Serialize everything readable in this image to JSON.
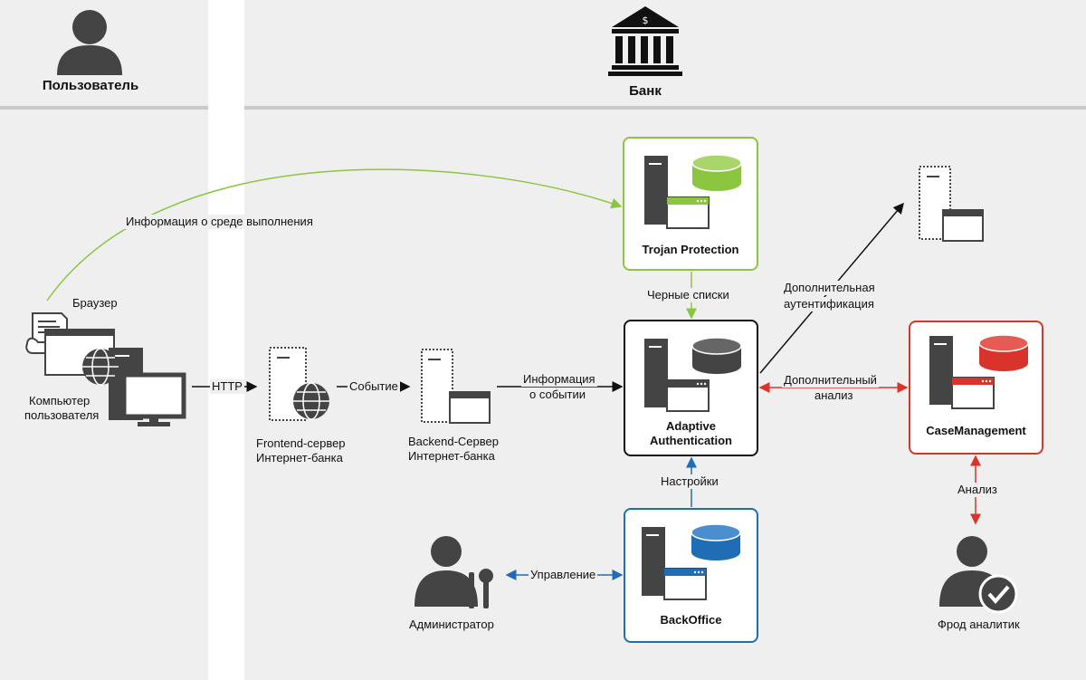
{
  "lanes": {
    "user_title": "Пользователь",
    "bank_title": "Банк"
  },
  "nodes": {
    "trojan_protection": "Trojan Protection",
    "adaptive_auth_line1": "Adaptive",
    "adaptive_auth_line2": "Authentication",
    "case_management": "CaseManagement",
    "back_office": "BackOffice",
    "browser": "Браузер",
    "user_computer_line1": "Компьютер",
    "user_computer_line2": "пользователя",
    "frontend_line1": "Frontend-сервер",
    "frontend_line2": "Интернет-банка",
    "backend_line1": "Backend-Сервер",
    "backend_line2": "Интернет-банка",
    "administrator": "Администратор",
    "fraud_analyst": "Фрод аналитик"
  },
  "edges": {
    "env_info": "Информация о среде выполнения",
    "http": "HTTP",
    "event": "Событие",
    "event_info_line1": "Информация",
    "event_info_line2": "о событии",
    "blacklists": "Черные списки",
    "settings": "Настройки",
    "management": "Управление",
    "extra_auth_line1": "Дополнительная",
    "extra_auth_line2": "аутентификация",
    "extra_analysis_line1": "Дополнительный",
    "extra_analysis_line2": "анализ",
    "analysis": "Анализ"
  },
  "icons": {
    "bank": "bank-building-icon",
    "user": "user-silhouette-icon",
    "admin": "admin-tools-icon",
    "analyst": "analyst-check-icon",
    "server": "server-icon",
    "database": "database-icon",
    "browser_window": "browser-window-icon",
    "globe": "globe-icon",
    "monitor": "monitor-icon",
    "document": "document-icon"
  },
  "colors": {
    "lane_bg": "#efefef",
    "green": "#8cc540",
    "black": "#111111",
    "red": "#d9342b",
    "blue": "#1f6db5",
    "icon_dark": "#444444"
  }
}
